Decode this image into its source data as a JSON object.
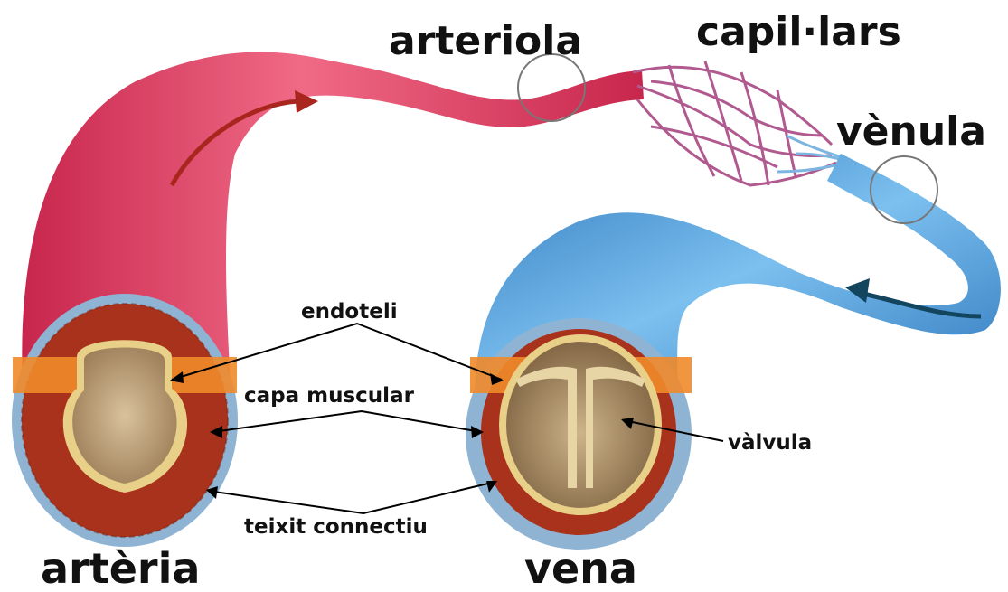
{
  "labels": {
    "arteriole": "arteriola",
    "capillaries": "capil·lars",
    "venule": "vènula",
    "endothelium": "endoteli",
    "muscle_layer": "capa muscular",
    "connective_tissue": "teixit connectiu",
    "valve": "vàlvula",
    "artery": "artèria",
    "vein": "vena"
  },
  "colors": {
    "artery": "#d8325a",
    "artery_light": "#f06a86",
    "vein": "#3f8fd0",
    "vein_light": "#7cc0ef",
    "muscle": "#a8321c",
    "endothelium": "#f08a2a",
    "lumen": "#c4a77a",
    "connective": "#8fb4d3",
    "arrow_red": "#a8261e",
    "arrow_blue": "#13455e"
  }
}
